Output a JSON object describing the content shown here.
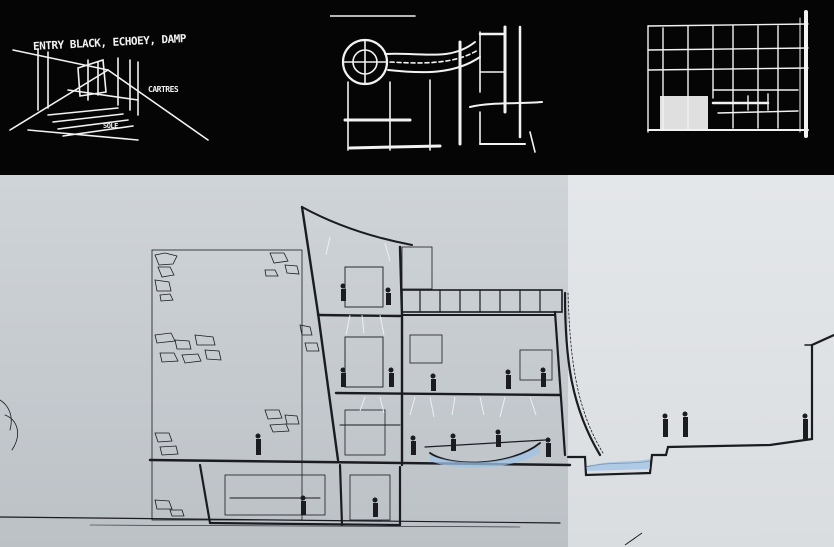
{
  "sketches": {
    "perspective": {
      "title": "ENTRY BLACK, ECHOEY, DAMP",
      "side_note": "CARTRES",
      "bottom_note": "SOLE"
    }
  },
  "colors": {
    "top_background": "#050505",
    "board_left": "#c8cdd2",
    "board_right": "#e0e3e6",
    "ink": "#1a1c22",
    "chalk": "#f2f2f2",
    "water_highlight": "#9fc3e6"
  },
  "icons": {
    "sketch_1": "perspective-sketch",
    "sketch_2": "plan-sketch",
    "sketch_3": "elevation-sketch",
    "section": "building-section-drawing"
  }
}
